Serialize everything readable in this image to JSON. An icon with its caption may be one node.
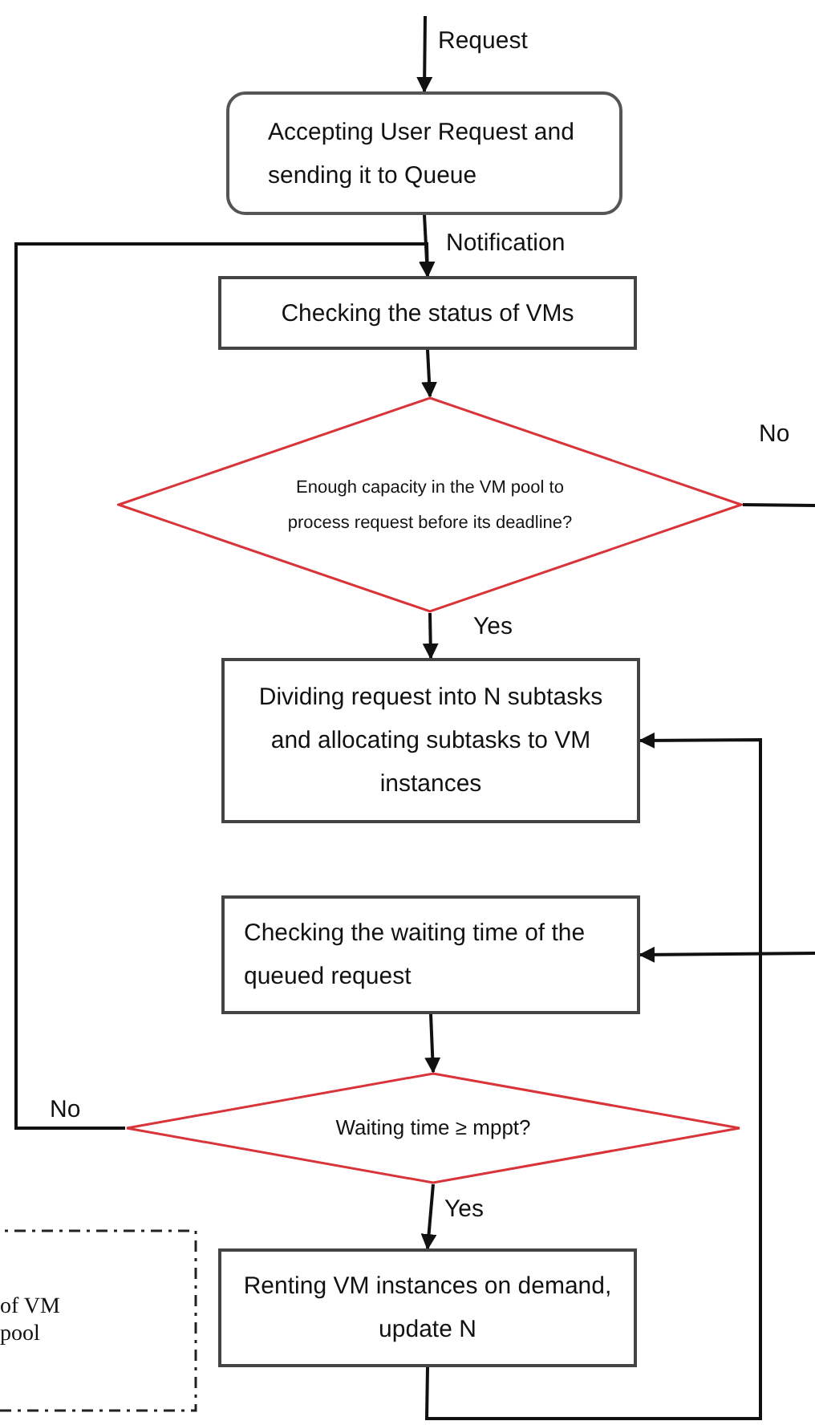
{
  "diagram": {
    "nodes": [
      {
        "text": [
          "Accepting User Request and sending it to Queue"
        ]
      },
      {
        "text": [
          "Checking the status of VMs"
        ]
      },
      {
        "text": [
          "Enough capacity in the VM pool to process request before its deadline?"
        ]
      },
      {
        "text": [
          "Dividing request into N subtasks and allocating subtasks to VM instances"
        ]
      },
      {
        "text": [
          "Checking the waiting time of the queued request"
        ]
      },
      {
        "text": [
          "Waiting time ≥ mppt?"
        ]
      },
      {
        "text": [
          "Renting VM instances on demand, update N"
        ]
      },
      {
        "text": [
          "of VM pool"
        ]
      }
    ],
    "edges": [
      {
        "from": null,
        "to": 0,
        "arrow": "to",
        "label": "Request"
      },
      {
        "from": 0,
        "to": 1,
        "arrow": "to",
        "label": "Notification"
      },
      {
        "from": 5,
        "to": 1,
        "arrow": "to",
        "label": "No"
      },
      {
        "from": 1,
        "to": 2,
        "arrow": "to"
      },
      {
        "from": 2,
        "to": 3,
        "arrow": "to",
        "label": "Yes"
      },
      {
        "from": 2,
        "to": null,
        "arrow": "none",
        "label": "No"
      },
      {
        "from": null,
        "to": 4,
        "arrow": "to"
      },
      {
        "from": 4,
        "to": 5,
        "arrow": "to"
      },
      {
        "from": 5,
        "to": 6,
        "arrow": "to",
        "label": "Yes"
      },
      {
        "from": 6,
        "to": 3,
        "arrow": "to"
      }
    ]
  }
}
